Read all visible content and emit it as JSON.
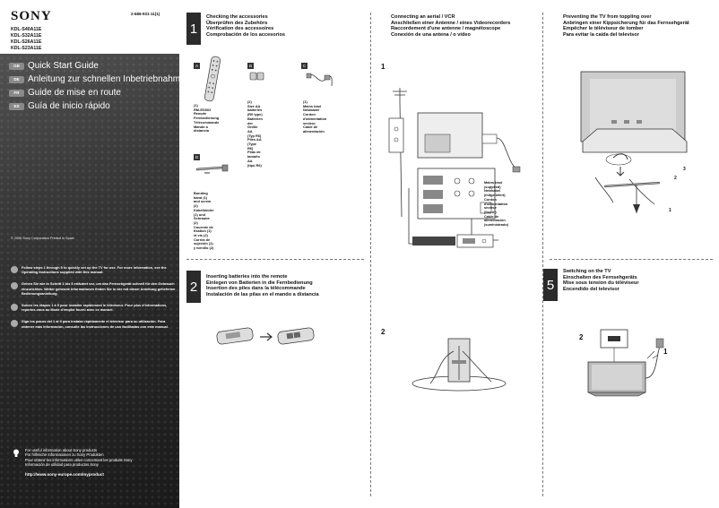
{
  "cover": {
    "brand": "SONY",
    "doc_number": "2-686-931-11(1)",
    "models": [
      "KDL-S40A11E",
      "KDL-S32A11E",
      "KDL-S26A11E",
      "KDL-S23A11E"
    ],
    "guides": [
      {
        "tag": "GB",
        "title": "Quick Start Guide"
      },
      {
        "tag": "DE",
        "title": "Anleitung zur schnellen Inbetriebnahme"
      },
      {
        "tag": "FR",
        "title": "Guide de mise en route"
      },
      {
        "tag": "ES",
        "title": "Guía de inicio rápido"
      }
    ],
    "copyright": "© 2006 Sony Corporation   Printed in Spain",
    "notes": [
      "Follow steps 1 through 5 to quickly set up the TV for use. For more information, see the Operating Instructions supplied with this manual.",
      "Gehen Sie wie in Schritt 1 bis 5 erläutert vor, um das Fernsehgerät schnell für den Gebrauch einzurichten. Weiter gehende Informationen finden Sie in der mit dieser Anleitung gelieferten Bedienungsanleitung.",
      "Suivez les étapes 1 à 5 pour installer rapidement le téléviseur. Pour plus d'informations, reportez-vous au Mode d'emploi fourni avec ce manuel.",
      "Siga los pasos del 1 al 5 para instalar rápidamente el televisor para su utilización. Para obtener más información, consulte las instrucciones de uso facilitadas con este manual."
    ],
    "info_lines": [
      "For useful information about Sony products",
      "Für hilfreiche Informationen zu Sony Produkten",
      "Pour obtenir les informations utiles concernant les produits Sony",
      "Información de utilidad para productos Sony"
    ],
    "url": "http://www.sony-europe.com/myproduct"
  },
  "steps": {
    "s1": {
      "num": "1",
      "titles": [
        "Checking the accessories",
        "Überprüfen des Zubehörs",
        "Vérification des accessoires",
        "Comprobación de los accesorios"
      ],
      "accessories": [
        {
          "letter": "A",
          "text": [
            "(1)",
            "RM-ED002",
            "Remote",
            "Fernbedienung",
            "Télécommande",
            "Mando a distancia"
          ]
        },
        {
          "letter": "B",
          "text": [
            "(2)",
            "Size AA batteries",
            "(R6 type)",
            "Batterien der Größe AA",
            "(Typ R6)",
            "Piles AA (Type R6)",
            "Pilas de tamaño AA",
            "(tipo R6)"
          ]
        },
        {
          "letter": "C",
          "text": [
            "(1)",
            "Mains lead",
            "Netzkabel",
            "Cordon d'alimentation",
            "secteur",
            "Cable de alimentación"
          ]
        },
        {
          "letter": "D",
          "text": [
            "Bunding band (1) and screw (2)",
            "Kabelbinder (1) und Schraube (2)",
            "Courroie de fixation (1) et vis (2)",
            "Correa de sujeción (1) y tornillo (2)"
          ]
        }
      ]
    },
    "s2": {
      "num": "2",
      "titles": [
        "Inserting batteries into the remote",
        "Einlegen von Batterien in die Fernbedienung",
        "Insertion des piles dans la télécommande",
        "Instalación de las pilas en el mando a distancia"
      ]
    },
    "s3": {
      "titles": [
        "Connecting an aerial / VCR",
        "Anschließen einer Antenne / eines Videorecorders",
        "Raccordement d'une antenne / magnétoscope",
        "Conexión de una antena / o vídeo"
      ],
      "fig1": "1",
      "fig2": "2",
      "mains_legend": [
        "Mains lead (supplied)",
        "Netzkabel (mitgeliefert)",
        "Cordon d'alimentation",
        "secteur (fourni)",
        "Cable de alimentación",
        "(suministrado)"
      ]
    },
    "s4": {
      "titles": [
        "Preventing the TV from toppling over",
        "Anbringen einer Kippsicherung für das Fernsehgerät",
        "Empêcher le téléviseur de tomber",
        "Para evitar la caída del televisor"
      ],
      "callout_a": "1",
      "callout_b": "2",
      "callout_c": "3"
    },
    "s5": {
      "num": "5",
      "titles": [
        "Switching on the TV",
        "Einschalten des Fernsehgeräts",
        "Mise sous tension du téléviseur",
        "Encendido del televisor"
      ],
      "callout_a": "2",
      "callout_b": "1"
    }
  }
}
